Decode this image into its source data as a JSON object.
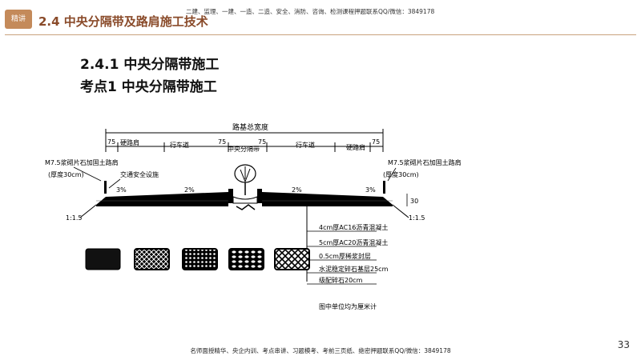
{
  "header": {
    "badge": "精讲",
    "section_title": "2.4 中央分隔带及路肩施工技术",
    "top_note": "二建、监理、一建、一造、二造、安全、消防、咨询、检测课程押题联系QQ/微信：3849178"
  },
  "headings": {
    "h1": "2.4.1 中央分隔带施工",
    "h2": "考点1 中央分隔带施工"
  },
  "diagram": {
    "total_width": "路基总宽度",
    "dims": [
      "75",
      "75",
      "75",
      "75"
    ],
    "hard_shoulder": "硬路肩",
    "lane": "行车道",
    "median": "中央分隔带",
    "shoulder_note": "M7.5浆砌片石加固土路肩",
    "thickness": "(厚度30cm)",
    "safety": "交通安全设施",
    "slope_3": "3%",
    "slope_2": "2%",
    "side_slope": "1:1.5",
    "height_30": "30",
    "layers": [
      "4cm厚AC16沥青混凝土",
      "5cm厚AC20沥青混凝土",
      "0.5cm厚稀浆封层",
      "水泥稳定碎石基层25cm",
      "级配碎石20cm"
    ],
    "unit_note": "图中单位均为厘米计"
  },
  "footer": {
    "note": "名师面授精华、央企内训、考点串讲、习题模考、考前三页纸、绝密押题联系QQ/微信：3849178",
    "page": "33"
  }
}
